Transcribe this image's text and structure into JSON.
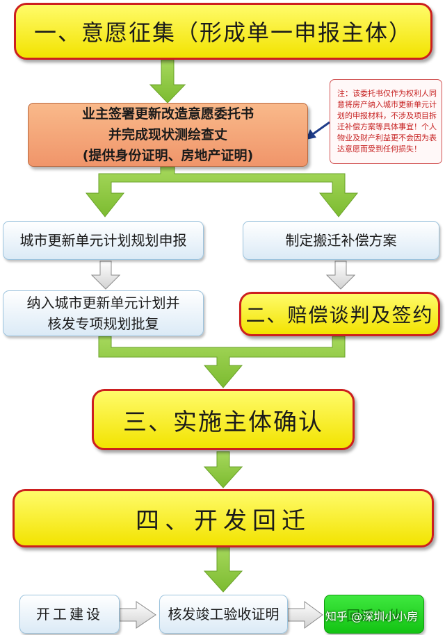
{
  "stage1": {
    "title": "一、意愿征集（形成单一申报主体）"
  },
  "sign_box": {
    "text": "业主签署更新改造意愿委托书\n并完成现状测绘查丈\n(提供身份证明、房地产证明)"
  },
  "note": {
    "text": "注：该委托书仅作为权利人同意将房产纳入城市更新单元计划的申报材料，不涉及项目拆迁补偿方案等具体事宜！个人物业及财产利益更不会因为表达意愿而受到任何损失！"
  },
  "left_branch": {
    "step1": "城市更新单元计划规划申报",
    "step2": "纳入城市更新单元计划并\n核发专项规划批复"
  },
  "right_branch": {
    "step1": "制定搬迁补偿方案",
    "step2": "二、赔偿谈判及签约"
  },
  "stage3": {
    "title": "三、实施主体确认"
  },
  "stage4": {
    "title": "四、开发回迁"
  },
  "bottom_row": {
    "step1": "开工建设",
    "step2": "核发竣工验收证明",
    "step3": "回迁入伙"
  },
  "watermark": "知乎 @深圳小小房",
  "colors": {
    "stage_fill": "#f5e800",
    "stage_border": "#cc1f1f",
    "main_arrow": "#8cc63f",
    "sub_arrow": "#e6e6e6",
    "note_text": "#c62020",
    "final_box": "#1ccf1c"
  }
}
